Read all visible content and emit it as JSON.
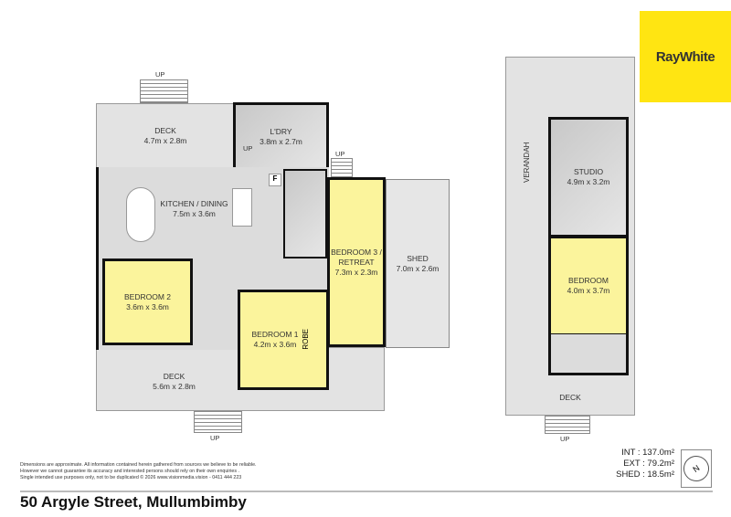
{
  "brand": {
    "name": "RayWhite",
    "color": "#ffe512"
  },
  "rooms": {
    "deck_top": {
      "name": "DECK",
      "dims": "4.7m x 2.8m"
    },
    "laundry": {
      "name": "L'DRY",
      "dims": "3.8m x 2.7m"
    },
    "kitchen": {
      "name": "KITCHEN / DINING",
      "dims": "7.5m x 3.6m"
    },
    "bedroom2": {
      "name": "BEDROOM 2",
      "dims": "3.6m x 3.6m"
    },
    "bedroom1": {
      "name": "BEDROOM 1",
      "dims": "4.2m x 3.6m"
    },
    "bedroom3": {
      "name": "BEDROOM 3 /",
      "name2": "RETREAT",
      "dims": "7.3m x 2.3m"
    },
    "shed": {
      "name": "SHED",
      "dims": "7.0m x 2.6m"
    },
    "deck_bottom": {
      "name": "DECK",
      "dims": "5.6m x 2.8m"
    },
    "robe": "ROBE",
    "fridge": "F",
    "verandah": "VERANDAH",
    "studio": {
      "name": "STUDIO",
      "dims": "4.9m x 3.2m"
    },
    "bedroom_studio": {
      "name": "BEDROOM",
      "dims": "4.0m x 3.7m"
    },
    "deck_studio": {
      "name": "DECK"
    }
  },
  "up_label": "UP",
  "areas": {
    "int": "INT :  137.0m²",
    "ext": "EXT : 79.2m²",
    "shed": "SHED : 18.5m²"
  },
  "compass": "N",
  "disclaimer": [
    "Dimensions are approximate. All information contained herein gathered from sources we believe to be reliable.",
    "However we cannot guarantee its accuracy and interested persons should rely on their own enquiries .",
    "Single intended use purposes only, not to be duplicated © 2026 www.visionmedia.vision - 0411 444 223"
  ],
  "address": "50 Argyle Street, Mullumbimby"
}
